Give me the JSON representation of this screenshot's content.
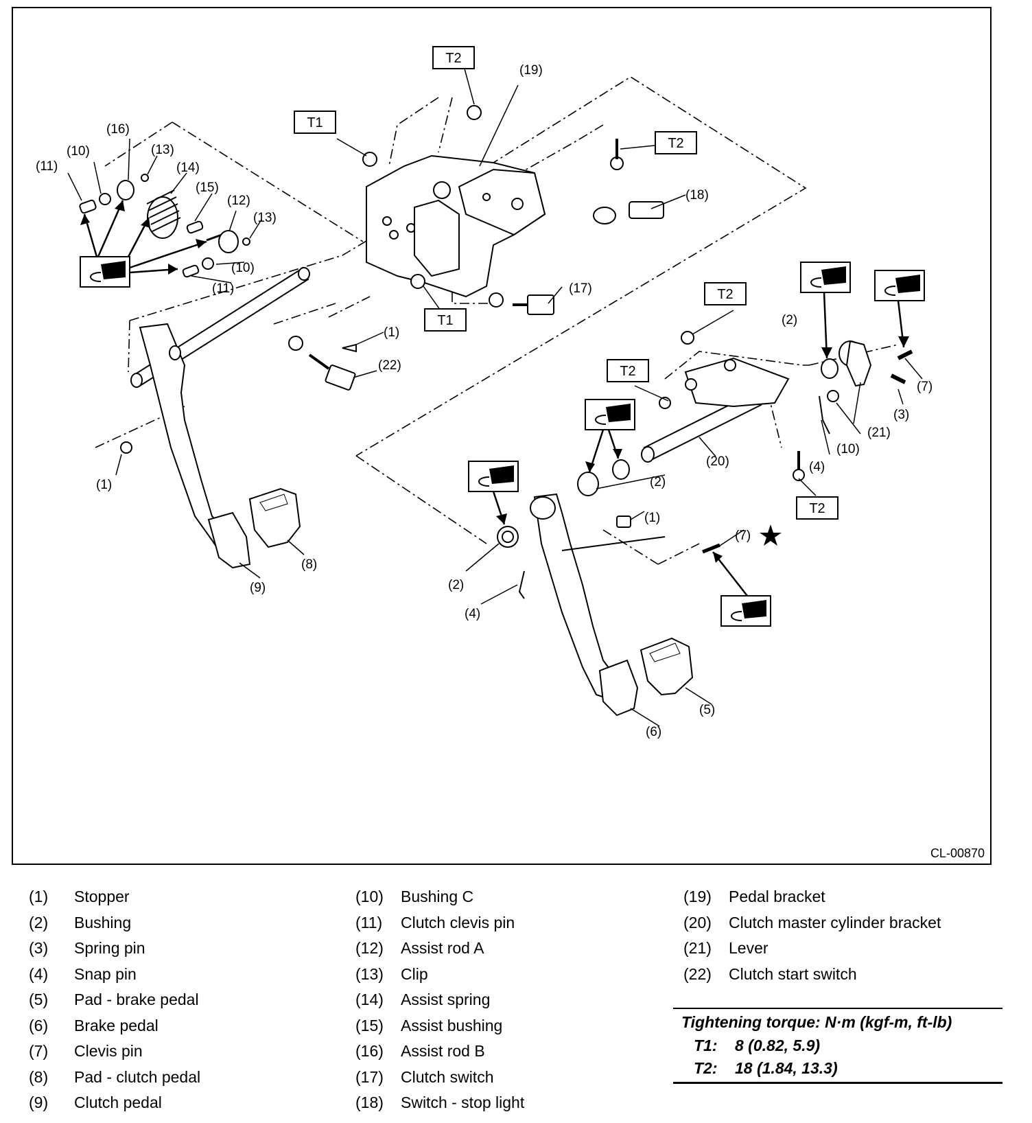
{
  "figure": {
    "id_label": "CL-00870",
    "torque_tag_t1": "T1",
    "torque_tag_t2": "T2",
    "callouts": {
      "c1": "(1)",
      "c2": "(2)",
      "c3": "(3)",
      "c4": "(4)",
      "c5": "(5)",
      "c6": "(6)",
      "c7": "(7)",
      "c8": "(8)",
      "c9": "(9)",
      "c10": "(10)",
      "c11": "(11)",
      "c12": "(12)",
      "c13": "(13)",
      "c14": "(14)",
      "c15": "(15)",
      "c16": "(16)",
      "c17": "(17)",
      "c18": "(18)",
      "c19": "(19)",
      "c20": "(20)",
      "c21": "(21)",
      "c22": "(22)"
    }
  },
  "legend": {
    "col1": [
      {
        "num": "(1)",
        "name": "Stopper"
      },
      {
        "num": "(2)",
        "name": "Bushing"
      },
      {
        "num": "(3)",
        "name": "Spring pin"
      },
      {
        "num": "(4)",
        "name": "Snap pin"
      },
      {
        "num": "(5)",
        "name": "Pad - brake pedal"
      },
      {
        "num": "(6)",
        "name": "Brake pedal"
      },
      {
        "num": "(7)",
        "name": "Clevis pin"
      },
      {
        "num": "(8)",
        "name": "Pad - clutch pedal"
      },
      {
        "num": "(9)",
        "name": "Clutch pedal"
      }
    ],
    "col2": [
      {
        "num": "(10)",
        "name": "Bushing C"
      },
      {
        "num": "(11)",
        "name": "Clutch clevis pin"
      },
      {
        "num": "(12)",
        "name": "Assist rod A"
      },
      {
        "num": "(13)",
        "name": "Clip"
      },
      {
        "num": "(14)",
        "name": "Assist spring"
      },
      {
        "num": "(15)",
        "name": "Assist bushing"
      },
      {
        "num": "(16)",
        "name": "Assist rod B"
      },
      {
        "num": "(17)",
        "name": "Clutch switch"
      },
      {
        "num": "(18)",
        "name": "Switch - stop light"
      }
    ],
    "col3": [
      {
        "num": "(19)",
        "name": "Pedal bracket"
      },
      {
        "num": "(20)",
        "name": "Clutch master cylinder bracket"
      },
      {
        "num": "(21)",
        "name": "Lever"
      },
      {
        "num": "(22)",
        "name": "Clutch start switch"
      }
    ]
  },
  "torque": {
    "heading": "Tightening torque: N·m (kgf-m, ft-lb)",
    "rows": [
      {
        "key": "T1:",
        "value": "8 (0.82, 5.9)"
      },
      {
        "key": "T2:",
        "value": "18 (1.84, 13.3)"
      }
    ]
  }
}
